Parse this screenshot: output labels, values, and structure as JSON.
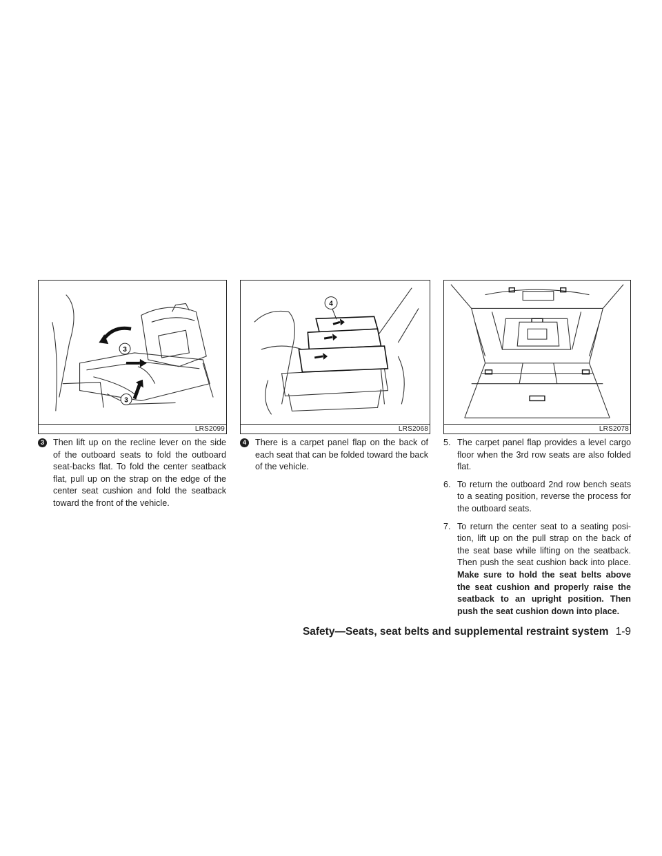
{
  "figures": [
    {
      "id": "LRS2099",
      "callout_labels": [
        "3",
        "3"
      ]
    },
    {
      "id": "LRS2068",
      "callout_labels": [
        "4"
      ]
    },
    {
      "id": "LRS2078"
    }
  ],
  "steps": {
    "step3": {
      "marker": "3",
      "text": "Then lift up on the recline lever on the side of the outboard seats to fold the outboard seat-backs flat. To fold the center seatback flat, pull up on the strap on the edge of the center seat cushion and fold the seatback toward the front of the vehicle."
    },
    "step4": {
      "marker": "4",
      "text": "There is a carpet panel flap on the back of each seat that can be folded toward the back of the vehicle."
    }
  },
  "numbered_items": [
    {
      "num": "5.",
      "text": "The carpet panel flap provides a level cargo floor when the 3rd row seats are also folded flat."
    },
    {
      "num": "6.",
      "text": "To return the outboard 2nd row bench seats to a seating position, reverse the process for the outboard seats."
    },
    {
      "num": "7.",
      "text": "To return the center seat to a seating posi-tion, lift up on the pull strap on the back of the seat base while lifting on the seatback. Then push the seat cushion back into place.",
      "bold_text": "Make sure to hold the seat belts above the seat cushion and properly raise the seatback to an upright position. Then push the seat cushion down into place."
    }
  ],
  "footer": {
    "section_title": "Safety—Seats, seat belts and supplemental restraint system",
    "page_number": "1-9"
  }
}
